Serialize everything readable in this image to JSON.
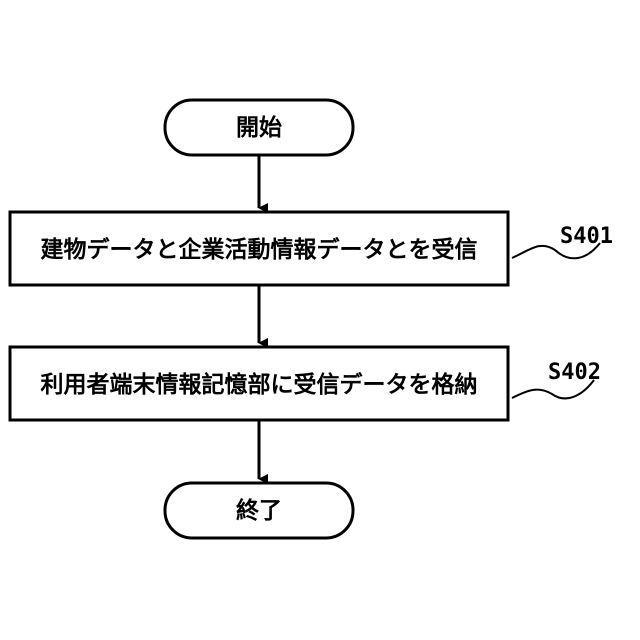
{
  "flowchart": {
    "start": {
      "label": "開始"
    },
    "steps": [
      {
        "id": "S401",
        "label": "建物データと企業活動情報データとを受信"
      },
      {
        "id": "S402",
        "label": "利用者端末情報記憶部に受信データを格納"
      }
    ],
    "end": {
      "label": "終了"
    }
  },
  "colors": {
    "stroke": "#000000",
    "fill": "#ffffff",
    "text": "#000000"
  }
}
